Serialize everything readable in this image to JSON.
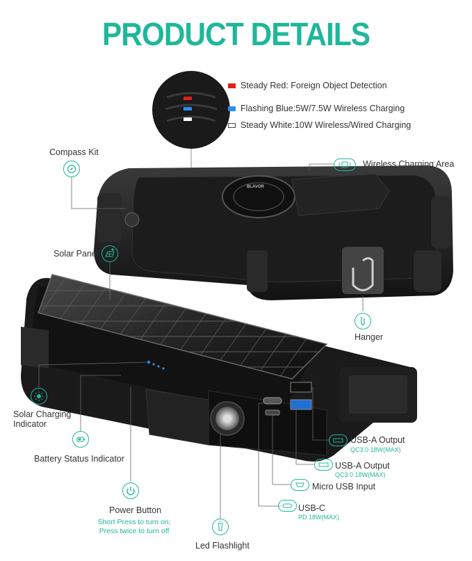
{
  "title": "PRODUCT DETAILS",
  "led_legend": [
    {
      "label": "Steady Red: Foreign Object Detection",
      "color": "#e02020"
    },
    {
      "label": "Flashing Blue:5W/7.5W Wireless Charging",
      "color": "#2a8ef0"
    },
    {
      "label": "Steady White:10W Wireless/Wired Charging",
      "color": "#ffffff"
    }
  ],
  "callouts": {
    "compass": "Compass Kit",
    "wireless_area": "Wireless Charging Area",
    "solar_panel": "Solar Panel",
    "hanger": "Hanger",
    "solar_indicator": "Solar Charging\nIndicator",
    "battery_indicator": "Battery Status Indicator",
    "power_button": "Power Button",
    "power_note": "Short Press to turn on;\nPress twice to turn off",
    "flashlight": "Led Flashlight",
    "usb_a_1": "USB-A Output",
    "usb_a_1_spec": "QC3.0 18W(MAX)",
    "usb_a_2": "USB-A Output",
    "usb_a_2_spec": "QC3.0 18W(MAX)",
    "micro_usb": "Micro USB Input",
    "usb_c": "USB-C",
    "usb_c_spec": "PD 18W(MAX)"
  },
  "brand_mark": "BLAVOR",
  "accent_color": "#1fb79b",
  "icons": [
    "compass-icon",
    "wireless-icon",
    "solar-panel-icon",
    "hanger-icon",
    "sun-indicator-icon",
    "battery-icon",
    "power-icon",
    "flashlight-icon",
    "usb-a-icon",
    "micro-usb-icon",
    "usb-c-icon"
  ]
}
